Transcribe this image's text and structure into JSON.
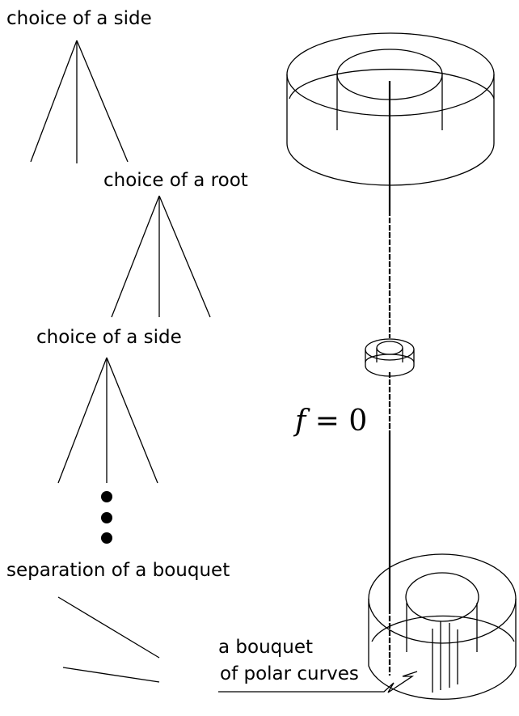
{
  "labels": {
    "top": "choice of a side",
    "root": "choice of a root",
    "side2": "choice of a side",
    "separation": "separation of a bouquet",
    "bouquet_line1": "a bouquet",
    "bouquet_line2": "of polar curves"
  },
  "equation": {
    "lhs": "f",
    "op": " = ",
    "rhs": "0"
  }
}
